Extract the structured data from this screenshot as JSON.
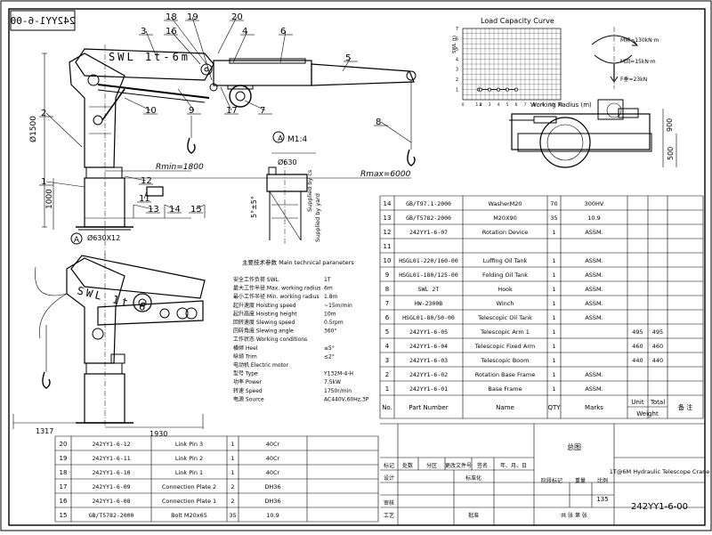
{
  "drawing_code_mirrored": "242YY1-6-00",
  "balloons": [
    "1",
    "2",
    "3",
    "4",
    "5",
    "6",
    "7",
    "8",
    "9",
    "10",
    "11",
    "12",
    "13",
    "14",
    "15",
    "16",
    "17",
    "18",
    "19",
    "20"
  ],
  "boom_label": "SWL 1t-6m",
  "lower_boom_label": "SWL 1t-6",
  "dims": {
    "height_left": "Ø1500",
    "height_base": "1000",
    "rmin": "Rmin=1800",
    "rmax": "Rmax=6000",
    "flange": "Ø630",
    "pcd": "Ø630X12",
    "bottom_left": "1317",
    "bottom_right": "1930",
    "view_a": "A",
    "view_scale": "M1:4",
    "mount_dim": "Ø630",
    "angle": "5°±5°",
    "supplied_by_cs": "Supplied by cs",
    "supplied_by_yard": "Supplied by yard",
    "plan_900": "900",
    "plan_500": "500"
  },
  "chart_data": {
    "type": "line",
    "title": "Load Capacity Curve",
    "ylabel": "SWL (t)",
    "xlabel": "Working Radius (m)",
    "x": [
      1.8,
      2,
      3,
      4,
      5,
      6
    ],
    "y": [
      1,
      1,
      1,
      1,
      1,
      1
    ],
    "xlim": [
      0,
      11
    ],
    "ylim": [
      0,
      7
    ],
    "x_ticks": [
      "0",
      "1.8",
      "2",
      "3",
      "4",
      "5",
      "6",
      "7",
      "8",
      "9",
      "10",
      "11"
    ],
    "y_ticks": [
      "1",
      "2",
      "3",
      "4",
      "5",
      "6",
      "7"
    ]
  },
  "moments": {
    "m1": "M倾=130kN·m",
    "m2": "M回=15kN·m",
    "f": "F垂=23kN"
  },
  "main_params": {
    "title": "主要技术参数 Main technical paraneters",
    "rows": [
      {
        "label": "安全工作负荷 SWL",
        "value": "1T"
      },
      {
        "label": "最大工作半径 Max. working radius",
        "value": "6m"
      },
      {
        "label": "最小工作半径 Min. working radius",
        "value": "1.8m"
      },
      {
        "label": "起升速度 Hoisting speed",
        "value": "~15m/min"
      },
      {
        "label": "起升高度 Hoisting height",
        "value": "10m"
      },
      {
        "label": "回转速度 Slewing speed",
        "value": "0.5rpm"
      },
      {
        "label": "回转角度 Slewing angle",
        "value": "360°"
      },
      {
        "label": "工作状态 Working conditions",
        "value": ""
      },
      {
        "label": "横倾 Heel",
        "value": "≤5°"
      },
      {
        "label": "纵倾 Trim",
        "value": "≤2°"
      },
      {
        "label": "电动机 Electric motor",
        "value": ""
      },
      {
        "label": "型号 Type",
        "value": "Y132M-4-H"
      },
      {
        "label": "功率 Power",
        "value": "7.5kW"
      },
      {
        "label": "转速 Speed",
        "value": "1750r/min"
      },
      {
        "label": "电源 Source",
        "value": "AC440V,60Hz,3P"
      }
    ]
  },
  "bom_right": {
    "rows": [
      {
        "no": "14",
        "part": "GB/T97.1-2000",
        "name": "WasherM20",
        "qty": "70",
        "marks": "300HV",
        "unit": "",
        "total": ""
      },
      {
        "no": "13",
        "part": "GB/T5782-2000",
        "name": "M20X90",
        "qty": "35",
        "marks": "10.9",
        "unit": "",
        "total": ""
      },
      {
        "no": "12",
        "part": "242YY1-6-07",
        "name": "Rotation Device",
        "qty": "1",
        "marks": "ASSM.",
        "unit": "",
        "total": ""
      },
      {
        "no": "11",
        "part": "",
        "name": "",
        "qty": "",
        "marks": "",
        "unit": "",
        "total": ""
      },
      {
        "no": "10",
        "part": "HSGL01-220/160-00",
        "name": "Luffing Oil Tank",
        "qty": "1",
        "marks": "ASSM.",
        "unit": "",
        "total": ""
      },
      {
        "no": "9",
        "part": "HSGL01-180/125-00",
        "name": "Folding Oil Tank",
        "qty": "1",
        "marks": "ASSM.",
        "unit": "",
        "total": ""
      },
      {
        "no": "8",
        "part": "SWL 2T",
        "name": "Hook",
        "qty": "1",
        "marks": "ASSM.",
        "unit": "",
        "total": ""
      },
      {
        "no": "7",
        "part": "HW-2300B",
        "name": "Winch",
        "qty": "1",
        "marks": "ASSM.",
        "unit": "",
        "total": ""
      },
      {
        "no": "6",
        "part": "HSGL01-80/50-00",
        "name": "Telescopic Oil Tank",
        "qty": "1",
        "marks": "ASSM.",
        "unit": "",
        "total": ""
      },
      {
        "no": "5",
        "part": "242YY1-6-05",
        "name": "Telescopic Arm 1",
        "qty": "1",
        "marks": "",
        "unit": "495",
        "total": "495"
      },
      {
        "no": "4",
        "part": "242YY1-6-04",
        "name": "Telescopic Fixed Arm",
        "qty": "1",
        "marks": "",
        "unit": "460",
        "total": "460"
      },
      {
        "no": "3",
        "part": "242YY1-6-03",
        "name": "Telescopic Boom",
        "qty": "1",
        "marks": "",
        "unit": "440",
        "total": "440"
      },
      {
        "no": "2",
        "part": "242YY1-6-02",
        "name": "Rotation Base Frame",
        "qty": "1",
        "marks": "ASSM.",
        "unit": "",
        "total": ""
      },
      {
        "no": "1",
        "part": "242YY1-6-01",
        "name": "Base Frame",
        "qty": "1",
        "marks": "ASSM.",
        "unit": "",
        "total": ""
      }
    ],
    "header": {
      "no": "No.",
      "part": "Part Number",
      "name": "Name",
      "qty": "QTY",
      "marks": "Marks",
      "unit": "Unit",
      "total": "Total",
      "weight": "Weight",
      "remark": "备 注"
    }
  },
  "bom_left": {
    "rows": [
      {
        "no": "20",
        "part": "242YY1-6-12",
        "name": "Link Pin 3",
        "qty": "1",
        "mat": "40Cr"
      },
      {
        "no": "19",
        "part": "242YY1-6-11",
        "name": "Link Pin 2",
        "qty": "1",
        "mat": "40Cr"
      },
      {
        "no": "18",
        "part": "242YY1-6-10",
        "name": "Link Pin 1",
        "qty": "1",
        "mat": "40Cr"
      },
      {
        "no": "17",
        "part": "242YY1-6-09",
        "name": "Connection Plate 2",
        "qty": "2",
        "mat": "DH36"
      },
      {
        "no": "16",
        "part": "242YY1-6-08",
        "name": "Connection Plate 1",
        "qty": "2",
        "mat": "DH36"
      },
      {
        "no": "15",
        "part": "GB/T5782-2000",
        "name": "Bolt M20x65",
        "qty": "35",
        "mat": "10.9"
      }
    ]
  },
  "title_block": {
    "drawing_title": "总图",
    "product": "1T@6M Hydraulic Telescope Crane",
    "drawing_no": "242YY1-6-00",
    "labels": {
      "mark": "标记",
      "count": "处数",
      "zone": "分区",
      "change_no": "更改文件号",
      "sign": "签名",
      "date": "年、月、日",
      "design": "设计",
      "standard": "标准化",
      "stage_mark": "阶段标记",
      "weight": "重量",
      "scale": "比例",
      "check": "审核",
      "process": "工艺",
      "approve": "批准",
      "sheets": "共 张 第 张"
    },
    "weight_value": "135"
  }
}
